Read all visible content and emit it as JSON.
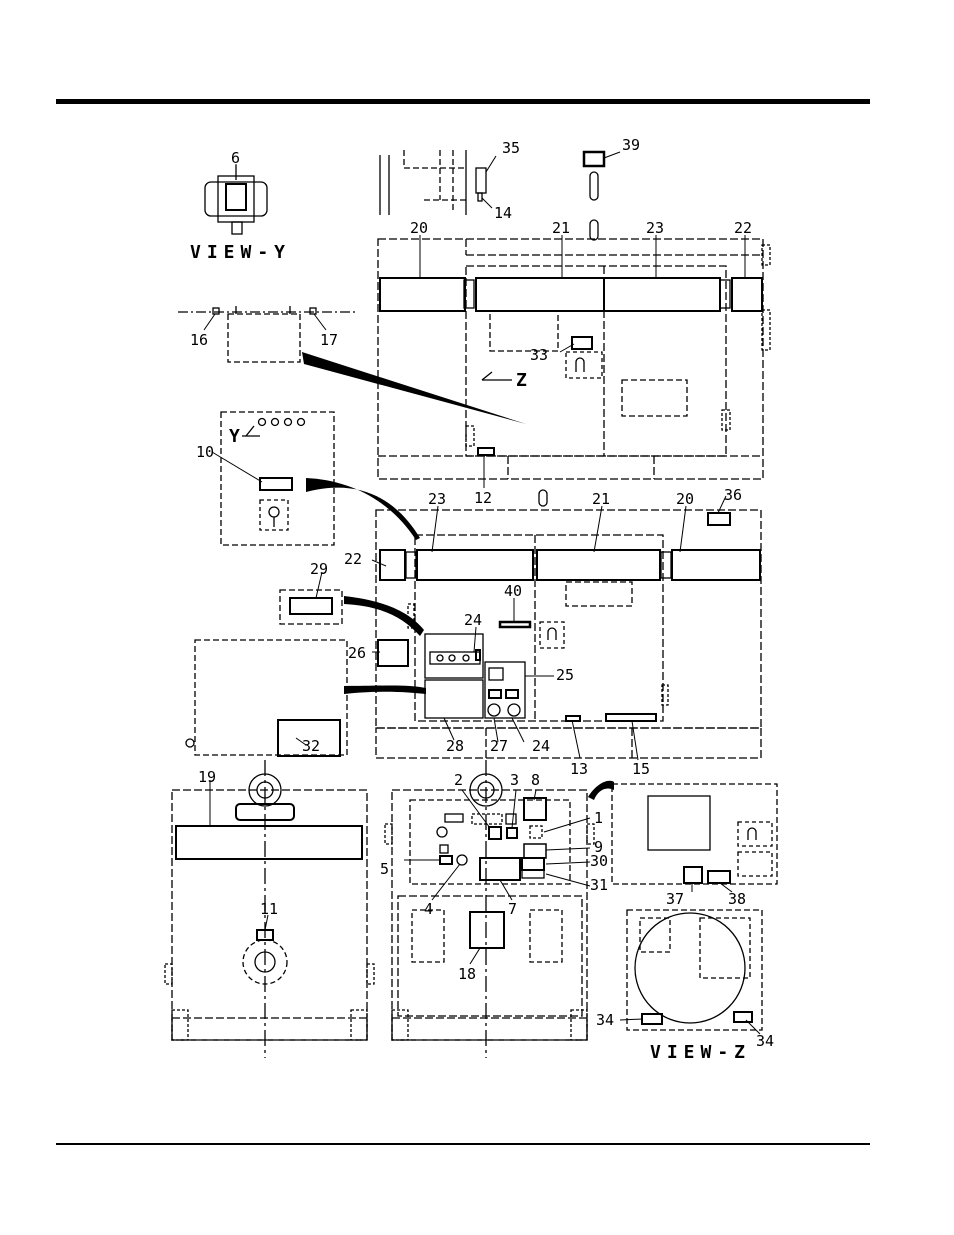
{
  "views": {
    "view_y": "VIEW-Y",
    "view_z": "VIEW-Z",
    "arrow_y": "Y",
    "arrow_z": "Z"
  },
  "callouts": {
    "c1": "1",
    "c2": "2",
    "c3": "3",
    "c4": "4",
    "c5": "5",
    "c6": "6",
    "c7": "7",
    "c8": "8",
    "c9": "9",
    "c10": "10",
    "c11": "11",
    "c12": "12",
    "c13": "13",
    "c14": "14",
    "c15": "15",
    "c16": "16",
    "c17": "17",
    "c18": "18",
    "c19": "19",
    "c20a": "20",
    "c20b": "20",
    "c21a": "21",
    "c21b": "21",
    "c22a": "22",
    "c22b": "22",
    "c23a": "23",
    "c23b": "23",
    "c24a": "24",
    "c24b": "24",
    "c25": "25",
    "c26": "26",
    "c27": "27",
    "c28": "28",
    "c29": "29",
    "c30": "30",
    "c31": "31",
    "c32": "32",
    "c33": "33",
    "c34a": "34",
    "c34b": "34",
    "c35": "35",
    "c36": "36",
    "c37": "37",
    "c38": "38",
    "c39": "39",
    "c40": "40"
  }
}
